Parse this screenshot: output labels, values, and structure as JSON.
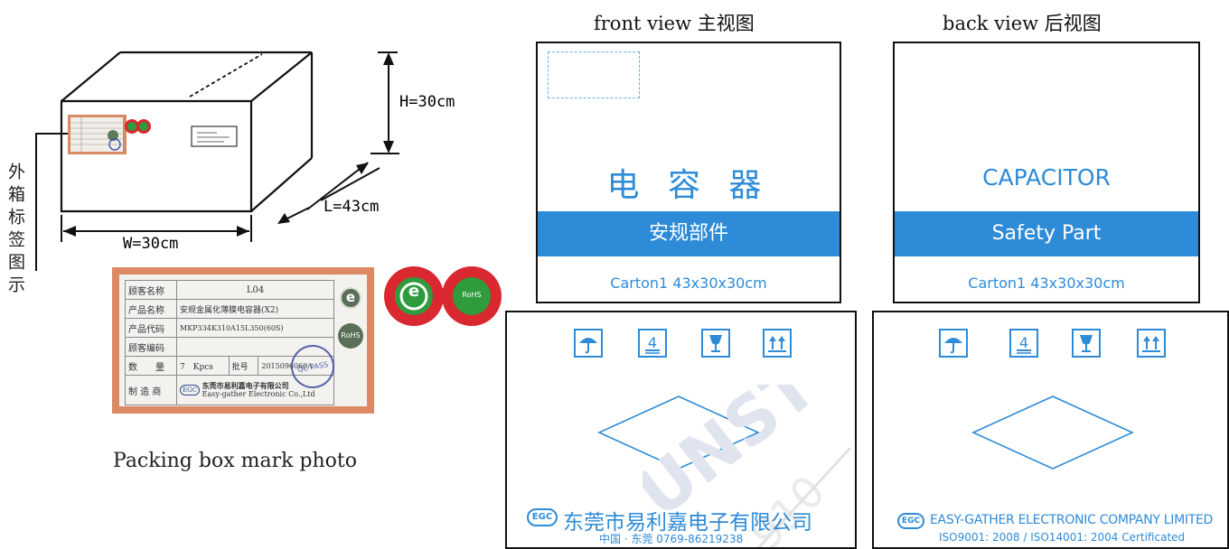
{
  "diagram": {
    "dimensions": {
      "height": "H=30cm",
      "length": "L=43cm",
      "width": "W=30cm"
    },
    "side_label_cn": "外箱标签图示",
    "caption": "Packing box mark photo",
    "label": {
      "rows": [
        {
          "label": "顾客名称",
          "value": "L04"
        },
        {
          "label": "产品名称",
          "value": "安规金属化薄膜电容器(X2)"
        },
        {
          "label": "产品代码",
          "value": "MKP334K310A15L350(60S)"
        },
        {
          "label": "顾客编码",
          "value": ""
        },
        {
          "label": "数　　量",
          "value": "7　Kpcs",
          "extra_label": "批号",
          "extra_value": "2015096060A"
        },
        {
          "label": "制 造 商",
          "value": "东莞市易利嘉电子有限公司",
          "value2": "Easy-gather Electronic Co.,Ltd"
        }
      ],
      "rohs_badge": "RoHS",
      "qc_stamp": "QC PASS",
      "e_symbol": "e"
    }
  },
  "front_view": {
    "title": "front view 主视图",
    "product_cn": "电 容 器",
    "band_text": "安规部件",
    "carton": "Carton1 43x30x30cm",
    "company_cn": "东莞市易利嘉电子有限公司",
    "company_sub": "中国 · 东莞 0769-86219238"
  },
  "back_view": {
    "title": "back view 后视图",
    "product_en": "CAPACITOR",
    "band_text": "Safety Part",
    "carton": "Carton1 43x30x30cm",
    "company_en": "EASY-GATHER ELECTRONIC COMPANY LIMITED",
    "company_iso": "ISO9001: 2008 / ISO14001: 2004 Certificated"
  },
  "logo_text": "EGC",
  "handling_icons": [
    "keep-dry-icon",
    "stack-limit-4-icon",
    "fragile-icon",
    "this-way-up-icon"
  ],
  "colors": {
    "accent_blue": "#2e8bd8",
    "label_orange": "#dc8a64",
    "green": "#2e9b3c",
    "red": "#d9282f"
  }
}
